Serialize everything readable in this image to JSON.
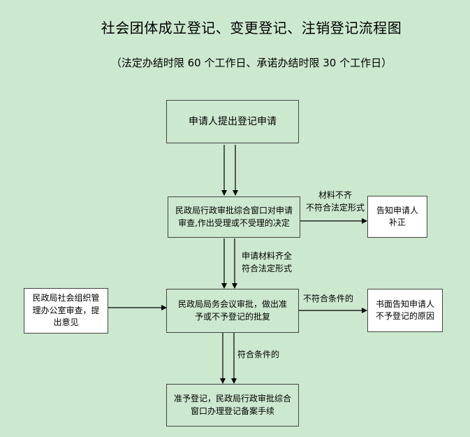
{
  "title": "社会团体成立登记、变更登记、注销登记流程图",
  "subtitle": "（法定办结时限 60 个工作日、承诺办结时限 30 个工作日）",
  "nodes": {
    "apply": "申请人提出登记申请",
    "window_review": "民政局行政审批综合窗口对申请审查,作出受理或不受理的决定",
    "notify_correct": "告知申请人补正",
    "office_review": "民政局社会组织管理办公室审查，提出意见",
    "meeting_approve": "民政局局务会议审批，做出准予或不予登记的批复",
    "written_notice": "书面告知申请人不予登记的原因",
    "grant_register": "准予登记，民政局行政审批综合窗口办理登记备案手续"
  },
  "edge_labels": {
    "materials_incomplete_line1": "材料不齐",
    "materials_incomplete_line2": "不符合法定形式",
    "materials_complete_line1": "申请材料齐全",
    "materials_complete_line2": "符合法定形式",
    "not_qualified": "不符合条件的",
    "qualified": "符合条件的"
  }
}
